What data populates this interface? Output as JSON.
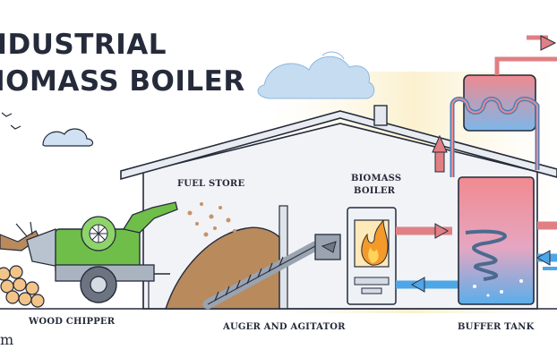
{
  "title": {
    "line1": "INDUSTRIAL",
    "line2": "BIOMASS BOILER"
  },
  "labels": {
    "fuel_store": "FUEL STORE",
    "biomass_boiler_1": "BIOMASS",
    "biomass_boiler_2": "BOILER",
    "wood_chipper": "WOOD CHIPPER",
    "auger": "AUGER AND AGITATOR",
    "buffer_tank": "BUFFER TANK"
  },
  "footer_fragment": "m",
  "colors": {
    "outline": "#262b3b",
    "building_wall": "#f0f2f5",
    "chipper_green": "#6fbe4a",
    "fuel_brown": "#b88a5c",
    "hot_red": "#e07f84",
    "cold_blue": "#4fa6e6",
    "smoke": "#c5dcf1",
    "flame": "#f39a2b"
  }
}
